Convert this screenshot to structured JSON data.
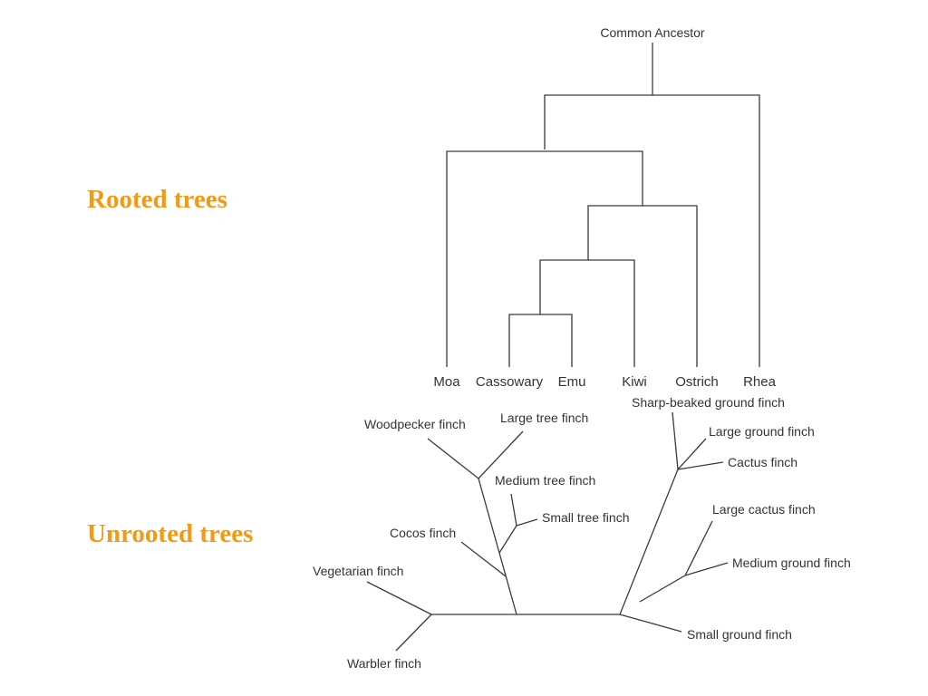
{
  "slide": {
    "rooted_label": "Rooted trees",
    "unrooted_label": "Unrooted trees",
    "label_color": "#f39a12"
  },
  "rooted_tree": {
    "root": "Common Ancestor",
    "leaves": [
      "Moa",
      "Cassowary",
      "Emu",
      "Kiwi",
      "Ostrich",
      "Rhea"
    ]
  },
  "unrooted_tree": {
    "tree_finches": [
      "Woodpecker finch",
      "Large tree finch",
      "Medium tree finch",
      "Small tree finch",
      "Cocos finch"
    ],
    "warbler_group": [
      "Vegetarian finch",
      "Warbler finch"
    ],
    "ground_finches": [
      "Sharp-beaked ground finch",
      "Large ground finch",
      "Cactus finch",
      "Large cactus finch",
      "Medium ground finch",
      "Small ground finch"
    ]
  }
}
